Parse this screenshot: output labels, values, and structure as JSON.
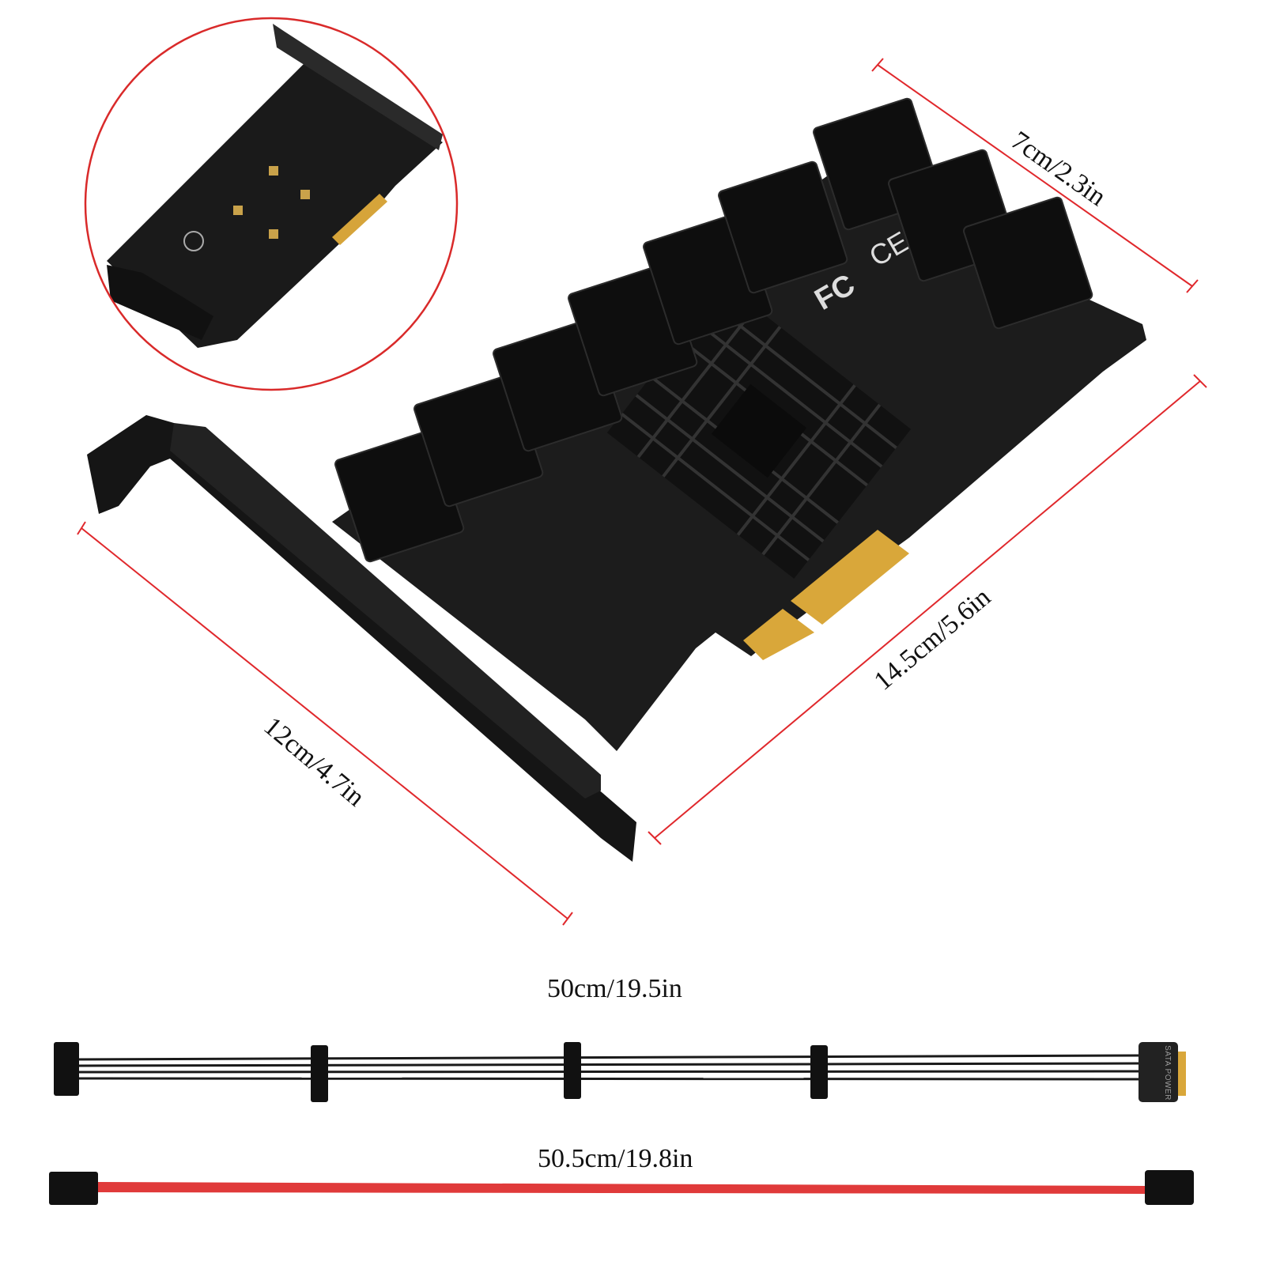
{
  "dimensions": {
    "bracket_height": "12cm/4.7in",
    "card_length": "14.5cm/5.6in",
    "card_width": "7cm/2.3in",
    "power_cable_length": "50cm/19.5in",
    "sata_cable_length": "50.5cm/19.8in"
  },
  "board_markings": {
    "logos": [
      "FC",
      "CE"
    ],
    "power_plug_text": "SATA POWER"
  },
  "colors": {
    "dimension_line": "#e0282c",
    "pcb": "#1b1b1b",
    "gold_fingers": "#d9a73a",
    "sata_cable": "#e03a3a",
    "inset_circle": "#d92a2a"
  }
}
